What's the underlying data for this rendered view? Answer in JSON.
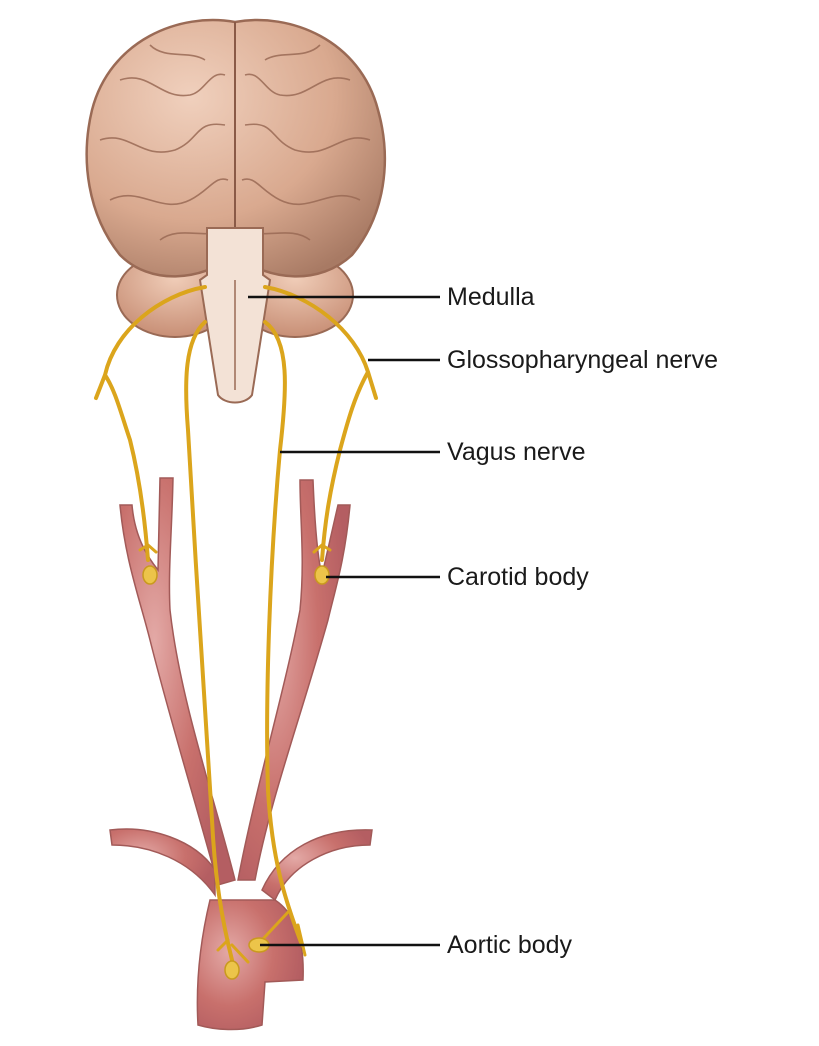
{
  "labels": {
    "medulla": "Medulla",
    "glossopharyngeal": "Glossopharyngeal nerve",
    "vagus": "Vagus nerve",
    "carotid_body": "Carotid body",
    "aortic_body": "Aortic body"
  },
  "colors": {
    "brain": "#d9a98f",
    "brain_outline": "#9a6a55",
    "brainstem": "#f3e2d6",
    "artery": "#c8706c",
    "nerve": "#dba51c",
    "body": "#ecc44a",
    "leader": "#111111"
  }
}
